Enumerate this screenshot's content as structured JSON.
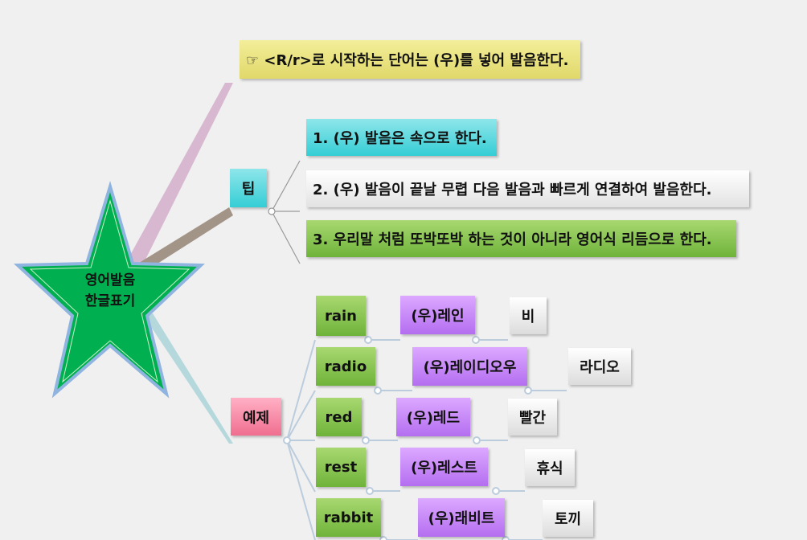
{
  "center": {
    "line1": "영어발음",
    "line2": "한글표기"
  },
  "rule": "☞ <R/r>로 시작하는 단어는 (우)를 넣어 발음한다.",
  "tips": {
    "label": "팁",
    "items": [
      "1. (우) 발음은 속으로 한다.",
      "2. (우) 발음이 끝날 무렵 다음 발음과 빠르게 연결하여 발음한다.",
      "3. 우리말 처럼 또박또박 하는 것이 아니라 영어식 리듬으로 한다."
    ]
  },
  "examples": {
    "label": "예제",
    "rows": [
      {
        "word": "rain",
        "pron": "(우)레인",
        "meaning": "비"
      },
      {
        "word": "radio",
        "pron": "(우)레이디오우",
        "meaning": "라디오"
      },
      {
        "word": "red",
        "pron": "(우)레드",
        "meaning": "빨간"
      },
      {
        "word": "rest",
        "pron": "(우)레스트",
        "meaning": "휴식"
      },
      {
        "word": "rabbit",
        "pron": "(우)래비트",
        "meaning": "토끼"
      }
    ]
  },
  "colors": {
    "star": "#00b050",
    "star_border": "#8fb4e0"
  }
}
